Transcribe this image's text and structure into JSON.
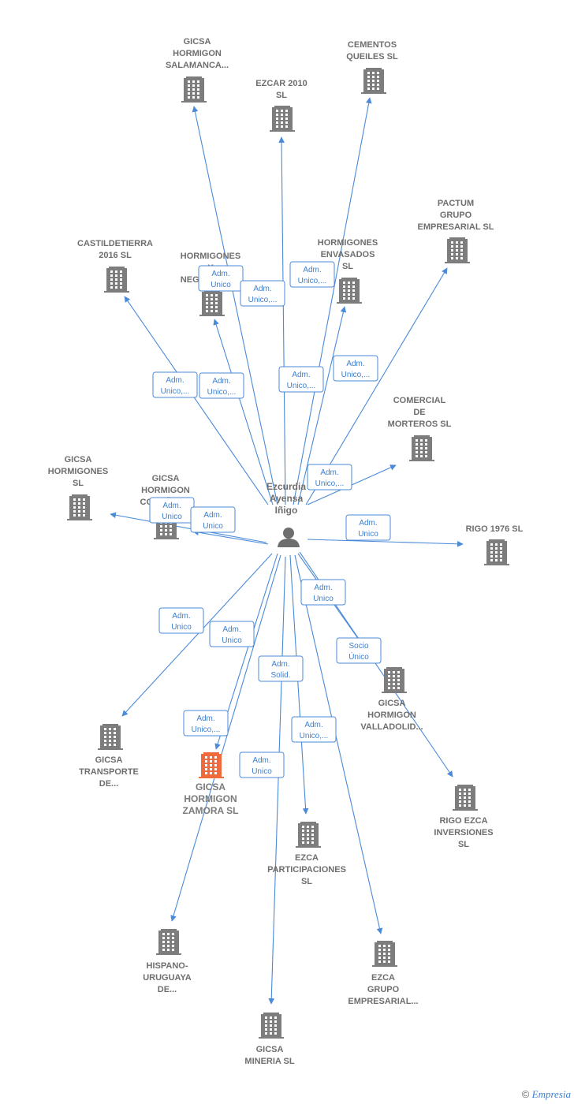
{
  "colors": {
    "edge": "#4a8ad8",
    "building": "#7d7d7d",
    "highlight": "#f06a3c",
    "label": "#6e6e6e"
  },
  "center": {
    "lines": [
      "Ezcurdia",
      "Ayensa",
      "Iñigo"
    ],
    "icon": "person-icon"
  },
  "nodes": [
    {
      "id": "gicsa-salamanca",
      "lines": [
        "GICSA",
        "HORMIGON",
        "SALAMANCA..."
      ],
      "icon": "building-icon"
    },
    {
      "id": "ezcar-2010",
      "lines": [
        "EZCAR 2010",
        "SL"
      ],
      "icon": "building-icon"
    },
    {
      "id": "cementos-queiles",
      "lines": [
        "CEMENTOS",
        "QUEILES  SL"
      ],
      "icon": "building-icon"
    },
    {
      "id": "pactum",
      "lines": [
        "PACTUM",
        "GRUPO",
        "EMPRESARIAL SL"
      ],
      "icon": "building-icon"
    },
    {
      "id": "castildetierra",
      "lines": [
        "CASTILDETIERRA",
        "2016  SL"
      ],
      "icon": "building-icon"
    },
    {
      "id": "hormigones-negocios",
      "lines": [
        "HORMIGONES",
        "Y",
        "NEGOCIOS  SL"
      ],
      "icon": "building-icon"
    },
    {
      "id": "hormigones-envasados",
      "lines": [
        "HORMIGONES",
        "ENVASADOS",
        "SL"
      ],
      "icon": "building-icon"
    },
    {
      "id": "comercial-morteros",
      "lines": [
        "COMERCIAL",
        "DE",
        "MORTEROS  SL"
      ],
      "icon": "building-icon"
    },
    {
      "id": "gicsa-hormigones",
      "lines": [
        "GICSA",
        "HORMIGONES",
        "SL"
      ],
      "icon": "building-icon"
    },
    {
      "id": "gicsa-coruna",
      "lines": [
        "GICSA",
        "HORMIGON",
        "CORUÑA  SL"
      ],
      "icon": "building-icon"
    },
    {
      "id": "rigo-1976",
      "lines": [
        "RIGO 1976  SL"
      ],
      "icon": "building-icon"
    },
    {
      "id": "gicsa-valladolid",
      "lines": [
        "GICSA",
        "HORMIGON",
        "VALLADOLID..."
      ],
      "icon": "building-icon"
    },
    {
      "id": "gicsa-transporte",
      "lines": [
        "GICSA",
        "TRANSPORTE",
        "DE..."
      ],
      "icon": "building-icon"
    },
    {
      "id": "gicsa-zamora",
      "lines": [
        "GICSA",
        "HORMIGON",
        "ZAMORA  SL"
      ],
      "icon": "building-icon",
      "highlight": true
    },
    {
      "id": "rigo-ezca",
      "lines": [
        "RIGO EZCA",
        "INVERSIONES",
        "SL"
      ],
      "icon": "building-icon"
    },
    {
      "id": "ezca-participaciones",
      "lines": [
        "EZCA",
        "PARTICIPACIONES",
        "SL"
      ],
      "icon": "building-icon"
    },
    {
      "id": "hispano-uruguaya",
      "lines": [
        "HISPANO-",
        "URUGUAYA",
        "DE..."
      ],
      "icon": "building-icon"
    },
    {
      "id": "ezca-grupo",
      "lines": [
        "EZCA",
        "GRUPO",
        "EMPRESARIAL..."
      ],
      "icon": "building-icon"
    },
    {
      "id": "gicsa-mineria",
      "lines": [
        "GICSA",
        "MINERIA  SL"
      ],
      "icon": "building-icon"
    }
  ],
  "edges": [
    {
      "to": "gicsa-salamanca",
      "label": [
        "Adm.",
        "Unico"
      ]
    },
    {
      "to": "ezcar-2010",
      "label": [
        "Adm.",
        "Unico,..."
      ]
    },
    {
      "to": "cementos-queiles",
      "label": [
        "Adm.",
        "Unico,..."
      ]
    },
    {
      "to": "pactum",
      "label": [
        "Adm.",
        "Unico,..."
      ]
    },
    {
      "to": "castildetierra",
      "label": [
        "Adm.",
        "Unico,..."
      ]
    },
    {
      "to": "hormigones-negocios",
      "label": [
        "Adm.",
        "Unico,..."
      ]
    },
    {
      "to": "hormigones-envasados",
      "label": [
        "Adm.",
        "Unico,..."
      ]
    },
    {
      "to": "comercial-morteros",
      "label": [
        "Adm.",
        "Unico,..."
      ]
    },
    {
      "to": "gicsa-hormigones",
      "label": [
        "Adm.",
        "Unico"
      ]
    },
    {
      "to": "gicsa-coruna",
      "label": [
        "Adm.",
        "Unico"
      ]
    },
    {
      "to": "rigo-1976",
      "label": [
        "Adm.",
        "Unico"
      ]
    },
    {
      "to": "gicsa-valladolid",
      "label": [
        "Adm.",
        "Unico"
      ]
    },
    {
      "to": "rigo-ezca",
      "label": [
        "Socio",
        "Único"
      ]
    },
    {
      "to": "gicsa-transporte",
      "label": [
        "Adm.",
        "Unico"
      ]
    },
    {
      "to": "gicsa-zamora",
      "label": [
        "Adm.",
        "Unico,..."
      ]
    },
    {
      "to": "hispano-uruguaya",
      "label": [
        "Adm.",
        "Unico"
      ]
    },
    {
      "to": "ezca-participaciones",
      "label": [
        "Adm.",
        "Solid."
      ]
    },
    {
      "to": "gicsa-mineria",
      "label": [
        "Adm.",
        "Unico"
      ]
    },
    {
      "to": "ezca-grupo",
      "label": [
        "Adm.",
        "Unico,..."
      ]
    }
  ],
  "footer": {
    "copyright": "©",
    "brand": "Empresia"
  }
}
